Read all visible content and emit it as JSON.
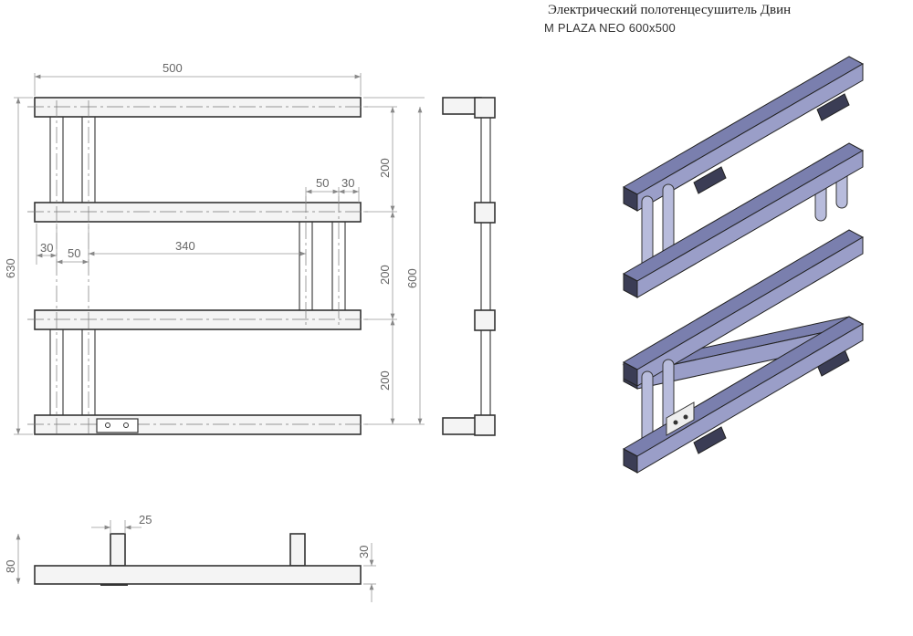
{
  "header": {
    "title": "Электрический полотенцесушитель Двин",
    "subtitle": "M PLAZA NEO 600x500"
  },
  "front_view": {
    "width": "500",
    "spacing_1": "200",
    "spacing_2": "200",
    "spacing_3": "200",
    "total_height": "630",
    "axis_height": "600",
    "right_offset_a": "50",
    "right_offset_b": "30",
    "left_offset_a": "30",
    "left_offset_b": "50",
    "pipe_gap": "340"
  },
  "bottom_view": {
    "post_width": "25",
    "depth": "80",
    "bar_height": "30"
  }
}
